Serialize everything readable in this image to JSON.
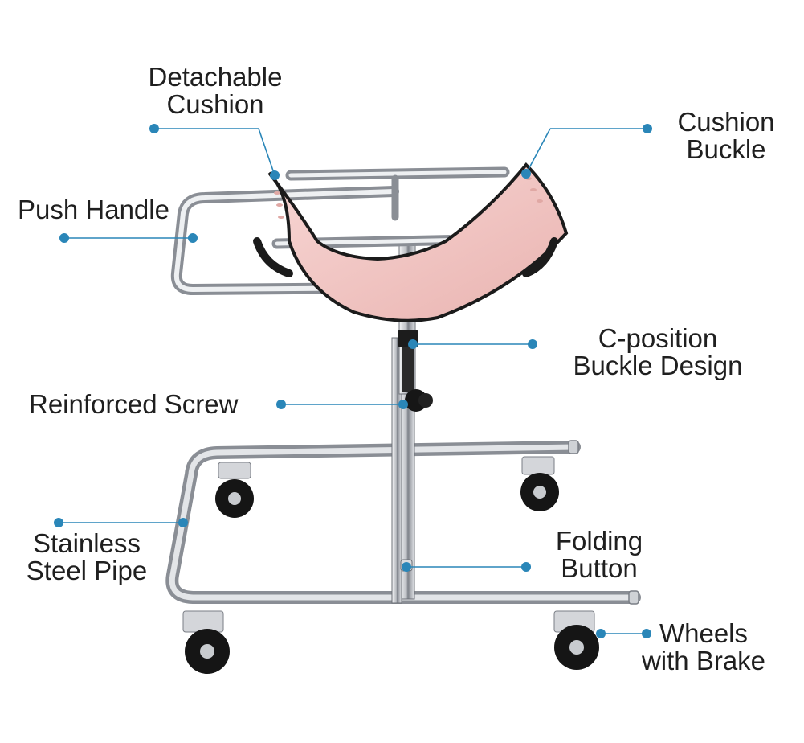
{
  "labels": {
    "detachable_cushion": [
      "Detachable",
      "Cushion"
    ],
    "cushion_buckle": [
      "Cushion",
      "Buckle"
    ],
    "push_handle": [
      "Push Handle"
    ],
    "c_position": [
      "C-position",
      "Buckle Design"
    ],
    "reinforced_screw": [
      "Reinforced Screw"
    ],
    "stainless_steel_pipe": [
      "Stainless",
      "Steel Pipe"
    ],
    "folding_button": [
      "Folding",
      "Button"
    ],
    "wheels_with_brake": [
      "Wheels",
      "with Brake"
    ]
  },
  "colors": {
    "callout": "#2a86b8",
    "chrome": "#b9bcc1",
    "chrome_dark": "#6c7077",
    "cushion": "#f3c8c6",
    "cushion_edge": "#1b1b1b",
    "wheel": "#141414",
    "text": "#1f1f1f"
  }
}
